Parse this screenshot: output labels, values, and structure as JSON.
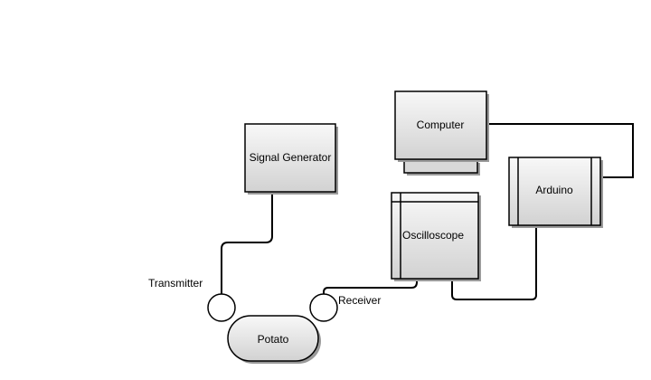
{
  "nodes": {
    "signal_generator": "Signal Generator",
    "computer": "Computer",
    "arduino": "Arduino",
    "oscilloscope": "Oscilloscope",
    "potato": "Potato"
  },
  "labels": {
    "transmitter": "Transmitter",
    "receiver": "Receiver"
  },
  "colors": {
    "box_gradient_top": "#f8f8f8",
    "box_gradient_bottom": "#d2d2d2",
    "shadow": "#9a9a9a",
    "stroke": "#000000"
  }
}
